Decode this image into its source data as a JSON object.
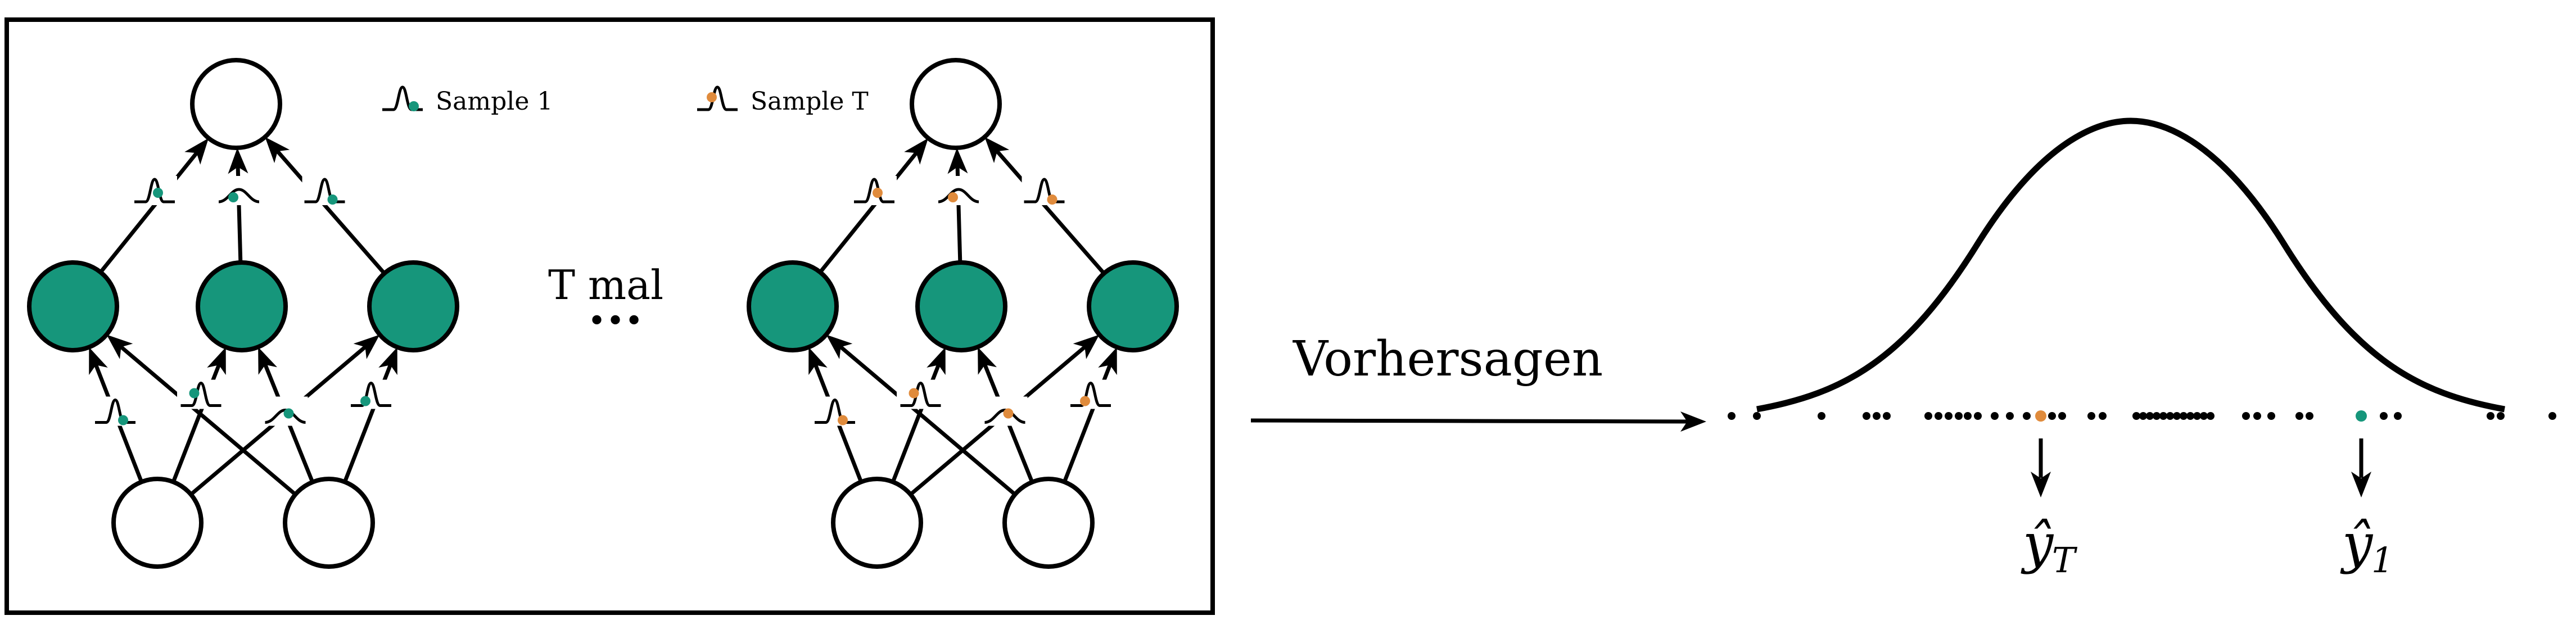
{
  "colors": {
    "teal": "#16967b",
    "orange": "#e08b3c",
    "black": "#000000",
    "white": "#ffffff"
  },
  "legend": {
    "sample_1": "Sample 1",
    "sample_t": "Sample T"
  },
  "repeat_label": "T mal",
  "repeat_dots": "•••",
  "predict_label": "Vorhersagen",
  "outputs": {
    "y_t": {
      "base": "y",
      "sub": "T",
      "color": "#e08b3c"
    },
    "y_1": {
      "base": "y",
      "sub": "1",
      "color": "#16967b"
    }
  },
  "networks": [
    {
      "name": "network-sample-1",
      "sample_color": "#16967b"
    },
    {
      "name": "network-sample-t",
      "sample_color": "#e08b3c"
    }
  ],
  "icons": [
    "weight-distribution-icon",
    "sample-dot-icon",
    "arrowhead-icon",
    "predictive-distribution-icon"
  ]
}
